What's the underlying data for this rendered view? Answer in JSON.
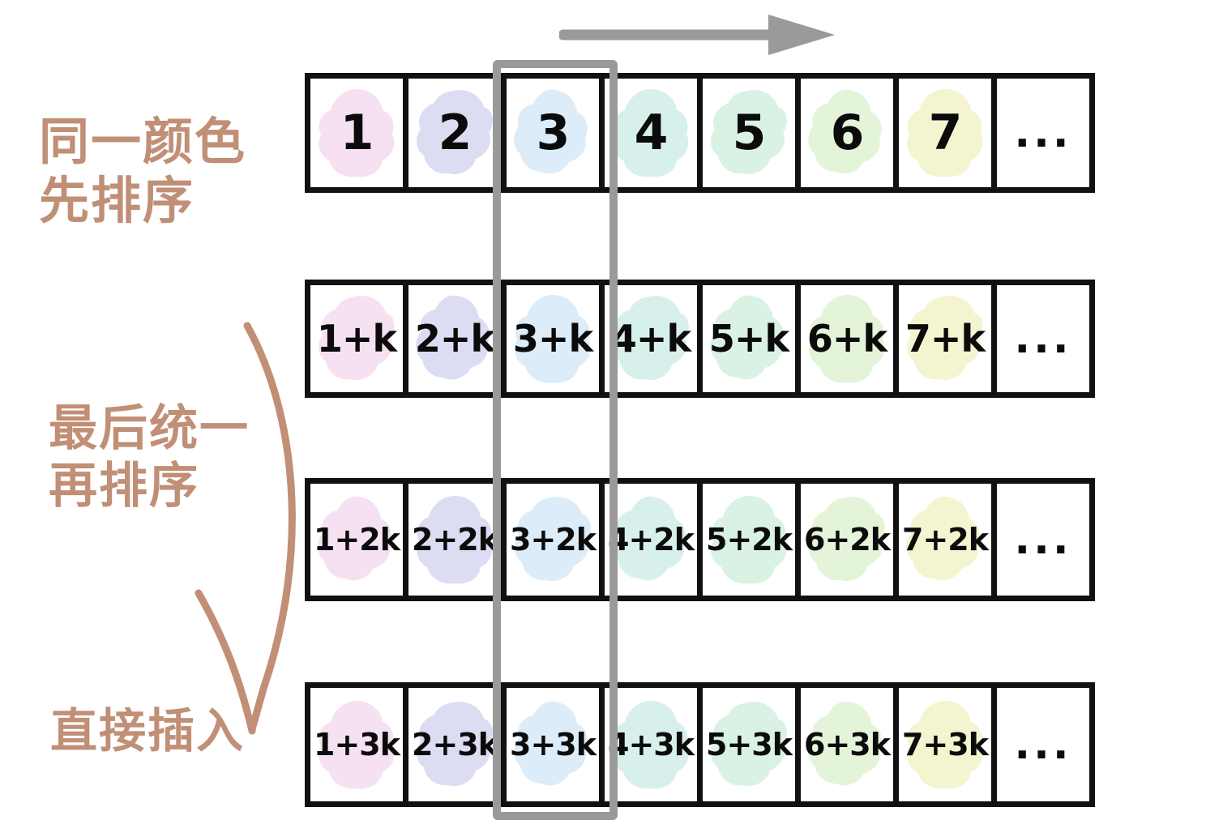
{
  "annotations": [
    {
      "id": "same-color-sort-first",
      "text": "同一颜色\n先排序",
      "color": "#c08f76"
    },
    {
      "id": "finally-unify-resort",
      "text": "最后统一\n再排序",
      "color": "#c08f76"
    },
    {
      "id": "direct-insert",
      "text": "直接插入",
      "color": "#c08f76"
    }
  ],
  "top_arrow": {
    "label": "right-arrow",
    "color": "#9a9a9a",
    "direction": "right"
  },
  "highlight_column": {
    "label": "column-highlight",
    "color": "#9a9a9a",
    "column_index": 3
  },
  "brace_arrow": {
    "label": "curved-brace-arrow",
    "color": "#c08f76"
  },
  "palette": {
    "pink": "#f6e1f2",
    "lavender": "#dcdcf3",
    "blue": "#dcecf8",
    "cyan": "#d8f0ec",
    "mint": "#d9f2e4",
    "green": "#e4f4d9",
    "yellow": "#f4f4d0",
    "none": "none",
    "box_border": "#111111",
    "text": "#0b0b0b"
  },
  "grid": {
    "rows": [
      {
        "name": "row-base",
        "size_class": "sz-big",
        "cells": [
          {
            "label": "1",
            "color": "pink"
          },
          {
            "label": "2",
            "color": "lavender"
          },
          {
            "label": "3",
            "color": "blue"
          },
          {
            "label": "4",
            "color": "cyan"
          },
          {
            "label": "5",
            "color": "mint"
          },
          {
            "label": "6",
            "color": "green"
          },
          {
            "label": "7",
            "color": "yellow"
          },
          {
            "label": "...",
            "color": "none"
          }
        ]
      },
      {
        "name": "row-plus-k",
        "size_class": "sz-mid",
        "cells": [
          {
            "label": "1+k",
            "color": "pink"
          },
          {
            "label": "2+k",
            "color": "lavender"
          },
          {
            "label": "3+k",
            "color": "blue"
          },
          {
            "label": "4+k",
            "color": "cyan"
          },
          {
            "label": "5+k",
            "color": "mint"
          },
          {
            "label": "6+k",
            "color": "green"
          },
          {
            "label": "7+k",
            "color": "yellow"
          },
          {
            "label": "...",
            "color": "none"
          }
        ]
      },
      {
        "name": "row-plus-2k",
        "size_class": "sz-small",
        "cells": [
          {
            "label": "1+2k",
            "color": "pink"
          },
          {
            "label": "2+2k",
            "color": "lavender"
          },
          {
            "label": "3+2k",
            "color": "blue"
          },
          {
            "label": "4+2k",
            "color": "cyan"
          },
          {
            "label": "5+2k",
            "color": "mint"
          },
          {
            "label": "6+2k",
            "color": "green"
          },
          {
            "label": "7+2k",
            "color": "yellow"
          },
          {
            "label": "...",
            "color": "none"
          }
        ]
      },
      {
        "name": "row-plus-3k",
        "size_class": "sz-small",
        "cells": [
          {
            "label": "1+3k",
            "color": "pink"
          },
          {
            "label": "2+3k",
            "color": "lavender"
          },
          {
            "label": "3+3k",
            "color": "blue"
          },
          {
            "label": "4+3k",
            "color": "cyan"
          },
          {
            "label": "5+3k",
            "color": "mint"
          },
          {
            "label": "6+3k",
            "color": "green"
          },
          {
            "label": "7+3k",
            "color": "yellow"
          },
          {
            "label": "...",
            "color": "none"
          }
        ]
      }
    ]
  }
}
